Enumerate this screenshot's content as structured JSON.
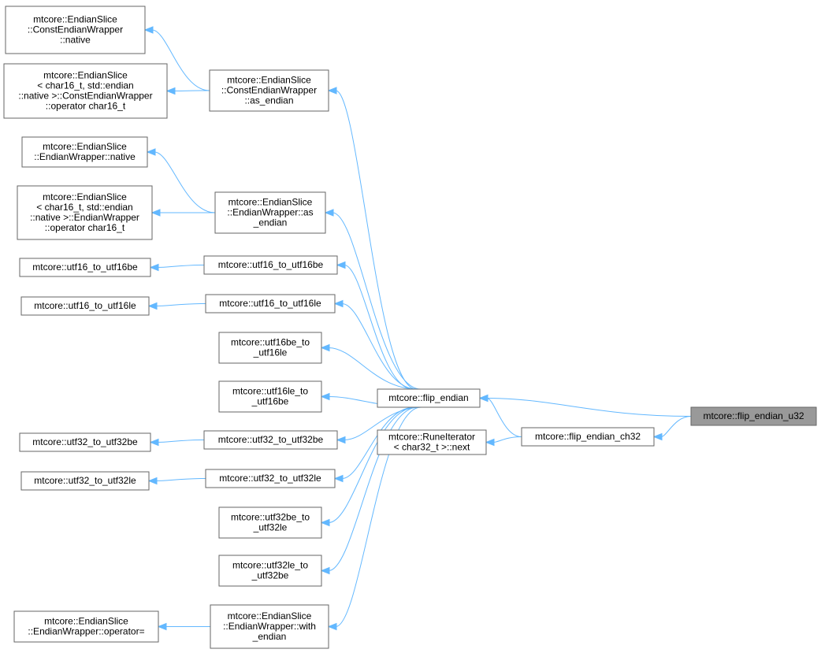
{
  "graph": {
    "title": "",
    "colors": {
      "edge": "#63b8ff",
      "node_border": "#666666",
      "highlight_fill": "#999999",
      "node_fill": "#ffffff"
    },
    "nodes": [
      {
        "id": "cew_native",
        "lines": [
          "mtcore::EndianSlice",
          "::ConstEndianWrapper",
          "::native"
        ]
      },
      {
        "id": "cew_op_char16",
        "lines": [
          "mtcore::EndianSlice",
          "< char16_t, std::endian",
          "::native >::ConstEndianWrapper",
          "::operator char16_t"
        ]
      },
      {
        "id": "cew_as_endian",
        "lines": [
          "mtcore::EndianSlice",
          "::ConstEndianWrapper",
          "::as_endian"
        ]
      },
      {
        "id": "ew_native",
        "lines": [
          "mtcore::EndianSlice",
          "::EndianWrapper::native"
        ]
      },
      {
        "id": "ew_op_char16",
        "lines": [
          "mtcore::EndianSlice",
          "< char16_t, std::endian",
          "::native >::EndianWrapper",
          "::operator char16_t"
        ]
      },
      {
        "id": "ew_as_endian",
        "lines": [
          "mtcore::EndianSlice",
          "::EndianWrapper::as",
          "_endian"
        ]
      },
      {
        "id": "u16_u16be_outer",
        "lines": [
          "mtcore::utf16_to_utf16be"
        ]
      },
      {
        "id": "u16_u16be",
        "lines": [
          "mtcore::utf16_to_utf16be"
        ]
      },
      {
        "id": "u16_u16le_outer",
        "lines": [
          "mtcore::utf16_to_utf16le"
        ]
      },
      {
        "id": "u16_u16le",
        "lines": [
          "mtcore::utf16_to_utf16le"
        ]
      },
      {
        "id": "u16be_u16le",
        "lines": [
          "mtcore::utf16be_to",
          "_utf16le"
        ]
      },
      {
        "id": "u16le_u16be",
        "lines": [
          "mtcore::utf16le_to",
          "_utf16be"
        ]
      },
      {
        "id": "flip_endian",
        "lines": [
          "mtcore::flip_endian"
        ]
      },
      {
        "id": "u32_u32be_outer",
        "lines": [
          "mtcore::utf32_to_utf32be"
        ]
      },
      {
        "id": "u32_u32be",
        "lines": [
          "mtcore::utf32_to_utf32be"
        ]
      },
      {
        "id": "u32_u32le_outer",
        "lines": [
          "mtcore::utf32_to_utf32le"
        ]
      },
      {
        "id": "u32_u32le",
        "lines": [
          "mtcore::utf32_to_utf32le"
        ]
      },
      {
        "id": "u32be_u32le",
        "lines": [
          "mtcore::utf32be_to",
          "_utf32le"
        ]
      },
      {
        "id": "u32le_u32be",
        "lines": [
          "mtcore::utf32le_to",
          "_utf32be"
        ]
      },
      {
        "id": "ew_op_assign",
        "lines": [
          "mtcore::EndianSlice",
          "::EndianWrapper::operator="
        ]
      },
      {
        "id": "ew_with_endian",
        "lines": [
          "mtcore::EndianSlice",
          "::EndianWrapper::with",
          "_endian"
        ]
      },
      {
        "id": "rune_next",
        "lines": [
          "mtcore::RuneIterator",
          "< char32_t >::next"
        ]
      },
      {
        "id": "flip_endian_ch32",
        "lines": [
          "mtcore::flip_endian_ch32"
        ]
      },
      {
        "id": "flip_endian_u32",
        "lines": [
          "mtcore::flip_endian_u32"
        ],
        "highlight": true
      }
    ],
    "edges": [
      {
        "from": "cew_native",
        "to": "cew_as_endian"
      },
      {
        "from": "cew_op_char16",
        "to": "cew_as_endian"
      },
      {
        "from": "cew_as_endian",
        "to": "flip_endian"
      },
      {
        "from": "ew_native",
        "to": "ew_as_endian"
      },
      {
        "from": "ew_op_char16",
        "to": "ew_as_endian"
      },
      {
        "from": "ew_as_endian",
        "to": "flip_endian"
      },
      {
        "from": "u16_u16be_outer",
        "to": "u16_u16be"
      },
      {
        "from": "u16_u16be",
        "to": "flip_endian"
      },
      {
        "from": "u16_u16le_outer",
        "to": "u16_u16le"
      },
      {
        "from": "u16_u16le",
        "to": "flip_endian"
      },
      {
        "from": "u16be_u16le",
        "to": "flip_endian"
      },
      {
        "from": "u16le_u16be",
        "to": "flip_endian"
      },
      {
        "from": "u32_u32be_outer",
        "to": "u32_u32be"
      },
      {
        "from": "u32_u32be",
        "to": "flip_endian"
      },
      {
        "from": "u32_u32le_outer",
        "to": "u32_u32le"
      },
      {
        "from": "u32_u32le",
        "to": "flip_endian"
      },
      {
        "from": "u32be_u32le",
        "to": "flip_endian"
      },
      {
        "from": "u32le_u32be",
        "to": "flip_endian"
      },
      {
        "from": "ew_op_assign",
        "to": "ew_with_endian"
      },
      {
        "from": "ew_with_endian",
        "to": "flip_endian"
      },
      {
        "from": "flip_endian",
        "to": "flip_endian_ch32"
      },
      {
        "from": "flip_endian",
        "to": "flip_endian_u32"
      },
      {
        "from": "rune_next",
        "to": "flip_endian_ch32"
      },
      {
        "from": "flip_endian_ch32",
        "to": "flip_endian_u32"
      }
    ]
  }
}
